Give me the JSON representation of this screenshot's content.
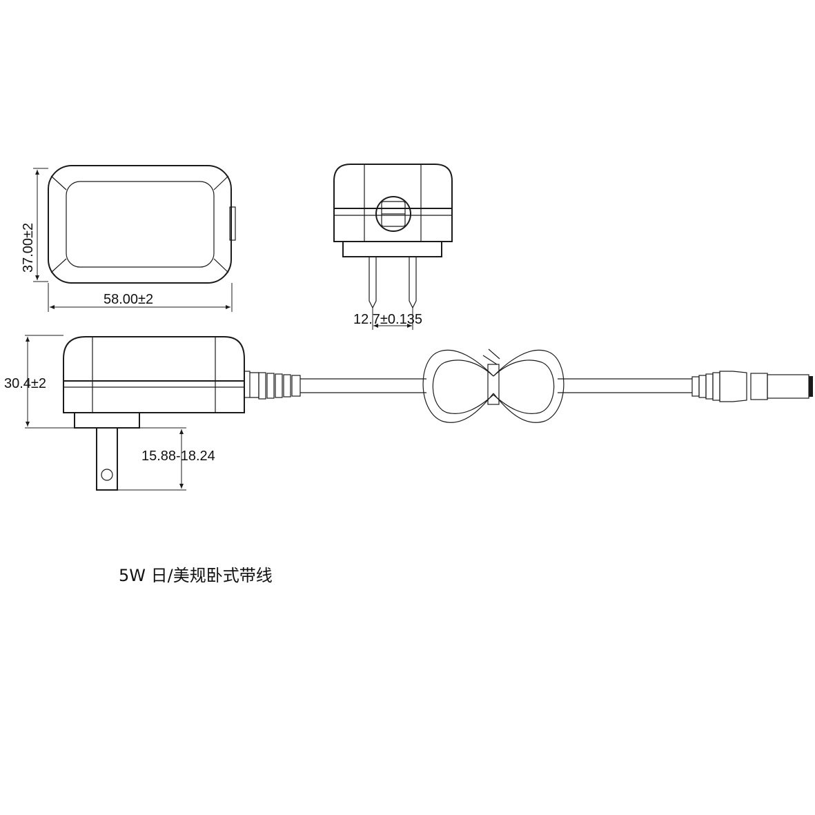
{
  "dimensions": {
    "top_height": "37.00±2",
    "top_width": "58.00±2",
    "pin_spacing": "12.7±0.135",
    "side_height": "30.4±2",
    "pin_length": "15.88-18.24"
  },
  "caption": "5W 日/美规卧式带线"
}
